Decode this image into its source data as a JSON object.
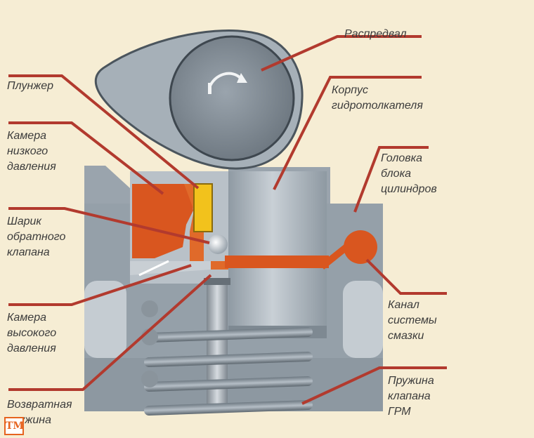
{
  "labels": {
    "camshaft": "Распредвал",
    "plunger": "Плунжер",
    "lifter_body": "Корпус\nгидротолкателя",
    "low_pressure": "Камера\nнизкого\nдавления",
    "cylinder_head": "Головка\nблока\nцилиндров",
    "check_ball": "Шарик\nобратного\nклапана",
    "oil_channel": "Канал\nсистемы\nсмазки",
    "high_pressure": "Камера\nвысокого\nдавления",
    "return_spring": "Возвратная\nпружина",
    "valve_spring": "Пружина\nклапана\nГРМ"
  },
  "logo_text": "ТМ",
  "colors": {
    "background": "#f6edd4",
    "leader_line": "#b23a2e",
    "oil": "#d9561f",
    "metal": "#a9b3bb",
    "plunger_yellow": "#f2c21c"
  }
}
